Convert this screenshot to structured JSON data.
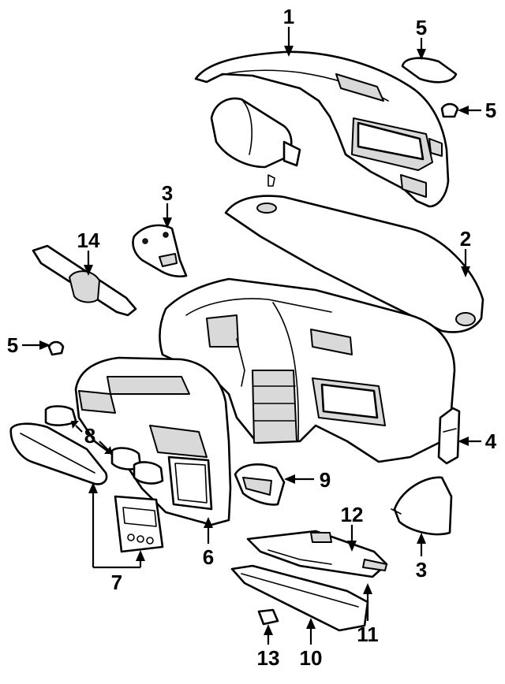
{
  "callouts": [
    {
      "id": "c1",
      "text": "1"
    },
    {
      "id": "c2",
      "text": "2"
    },
    {
      "id": "c3a",
      "text": "3"
    },
    {
      "id": "c3b",
      "text": "3"
    },
    {
      "id": "c4",
      "text": "4"
    },
    {
      "id": "c5a",
      "text": "5"
    },
    {
      "id": "c5b",
      "text": "5"
    },
    {
      "id": "c5c",
      "text": "5"
    },
    {
      "id": "c6",
      "text": "6"
    },
    {
      "id": "c7",
      "text": "7"
    },
    {
      "id": "c8",
      "text": "8"
    },
    {
      "id": "c9",
      "text": "9"
    },
    {
      "id": "c10",
      "text": "10"
    },
    {
      "id": "c11",
      "text": "11"
    },
    {
      "id": "c12",
      "text": "12"
    },
    {
      "id": "c13",
      "text": "13"
    },
    {
      "id": "c14",
      "text": "14"
    }
  ]
}
